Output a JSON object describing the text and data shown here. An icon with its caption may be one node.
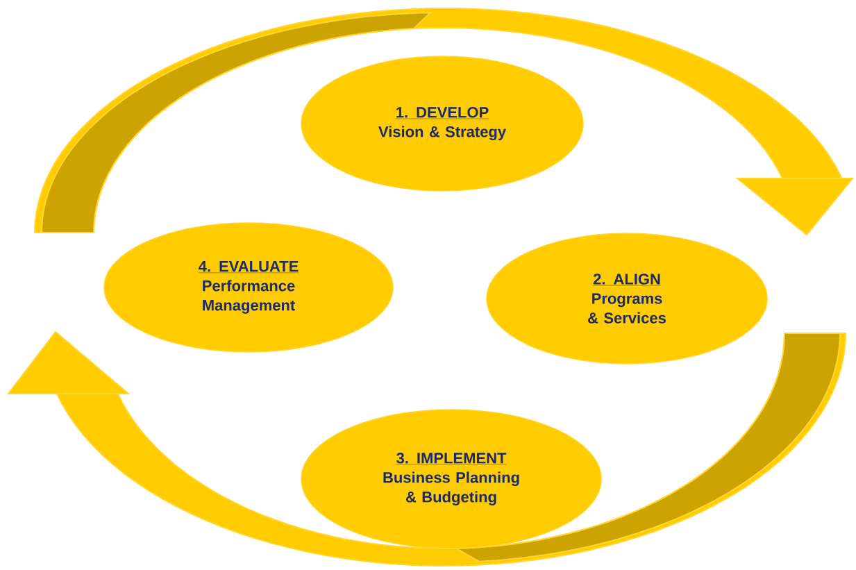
{
  "diagram": {
    "nodes": [
      {
        "text": [
          "1. DEVELOP",
          "Vision & Strategy"
        ]
      },
      {
        "text": [
          "2. ALIGN",
          "Programs & Services"
        ]
      },
      {
        "text": [
          "3. IMPLEMENT",
          "Business Planning & Budgeting"
        ]
      },
      {
        "text": [
          "4. EVALUATE",
          "Performance Management"
        ]
      }
    ]
  }
}
